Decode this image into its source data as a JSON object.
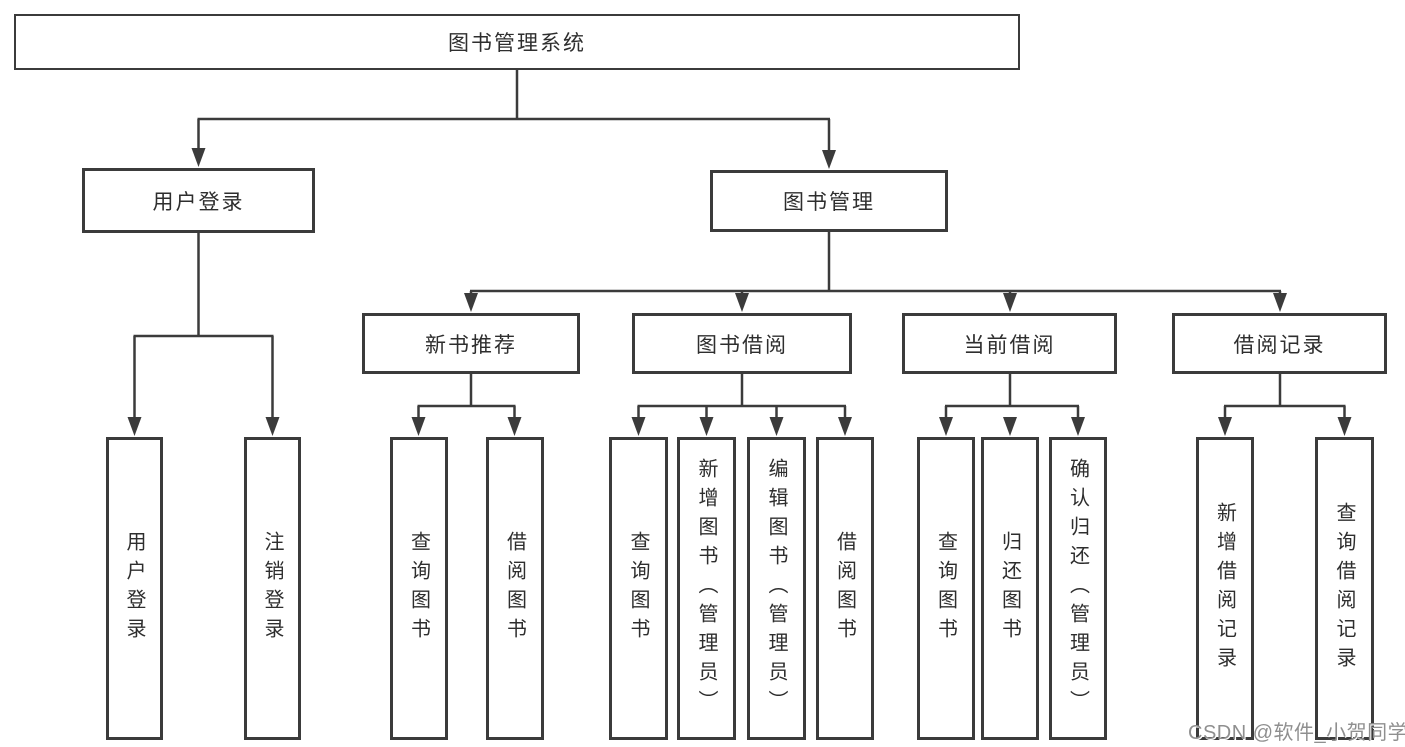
{
  "colors": {
    "line": "#3b3b3b",
    "box_border": "#3b3b3b",
    "box_background": "#ffffff",
    "text": "#2e2e2e",
    "watermark": "#8f8f8f"
  },
  "watermark": {
    "text": "CSDN @软件_小贺同学"
  },
  "tree": {
    "label": "图书管理系统",
    "children": [
      {
        "label": "用户登录",
        "children": [
          {
            "label": "用户登录"
          },
          {
            "label": "注销登录"
          }
        ]
      },
      {
        "label": "图书管理",
        "children": [
          {
            "label": "新书推荐",
            "children": [
              {
                "label": "查询图书"
              },
              {
                "label": "借阅图书"
              }
            ]
          },
          {
            "label": "图书借阅",
            "children": [
              {
                "label": "查询图书"
              },
              {
                "label": "新增图书（管理员）"
              },
              {
                "label": "编辑图书（管理员）"
              },
              {
                "label": "借阅图书"
              }
            ]
          },
          {
            "label": "当前借阅",
            "children": [
              {
                "label": "查询图书"
              },
              {
                "label": "归还图书"
              },
              {
                "label": "确认归还（管理员）"
              }
            ]
          },
          {
            "label": "借阅记录",
            "children": [
              {
                "label": "新增借阅记录"
              },
              {
                "label": "查询借阅记录"
              }
            ]
          }
        ]
      }
    ]
  }
}
